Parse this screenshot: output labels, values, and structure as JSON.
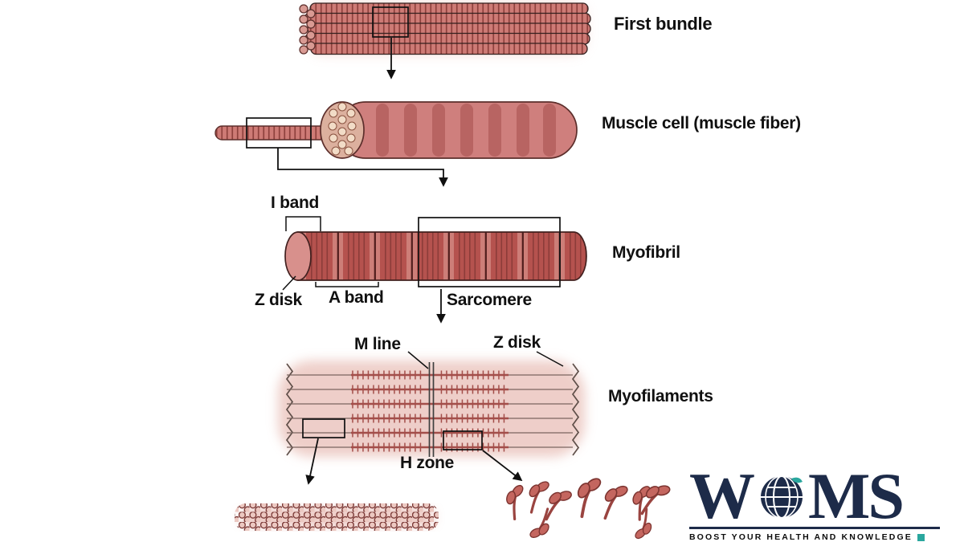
{
  "labels": {
    "first_bundle": "First bundle",
    "muscle_cell": "Muscle cell (muscle fiber)",
    "i_band": "I band",
    "myofibril": "Myofibril",
    "z_disk_left": "Z disk",
    "a_band": "A band",
    "sarcomere": "Sarcomere",
    "m_line": "M line",
    "z_disk_right": "Z disk",
    "myofilaments": "Myofilaments",
    "h_zone": "H zone"
  },
  "logo": {
    "letter_w": "W",
    "letters_ms": "MS",
    "globe_icon": "globe-icon",
    "tagline": "BOOST YOUR HEALTH AND KNOWLEDGE"
  },
  "colors": {
    "muscle_pink": "#cf7f7d",
    "striation_dark": "#8e413d",
    "myofibril_red": "#b5524e",
    "filament_red": "#a34e4a",
    "soft_pink_halo": "#eac3bc",
    "outline": "#3a1f1e",
    "arrow_black": "#101010",
    "logo_navy": "#1d2b49",
    "logo_teal": "#2aa79e",
    "background": "#ffffff"
  }
}
